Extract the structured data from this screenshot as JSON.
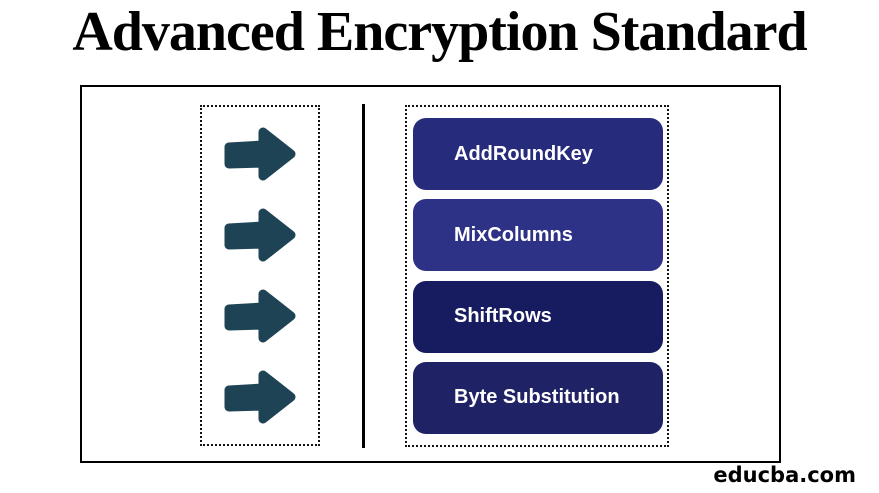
{
  "title": "Advanced Encryption Standard",
  "watermark": "educba.com",
  "diagram": {
    "arrow_color": "#1d4355",
    "arrow_count": 4,
    "steps": [
      {
        "label": "AddRoundKey",
        "color": "#262b7c"
      },
      {
        "label": "MixColumns",
        "color": "#2d3286"
      },
      {
        "label": "ShiftRows",
        "color": "#171b60"
      },
      {
        "label": "Byte Substitution",
        "color": "#1f2366"
      }
    ]
  },
  "colors": {
    "frame_border": "#000000",
    "dotted_border": "#111111",
    "divider": "#000000",
    "background": "#ffffff",
    "title_text": "#000000",
    "step_text": "#ffffff"
  }
}
